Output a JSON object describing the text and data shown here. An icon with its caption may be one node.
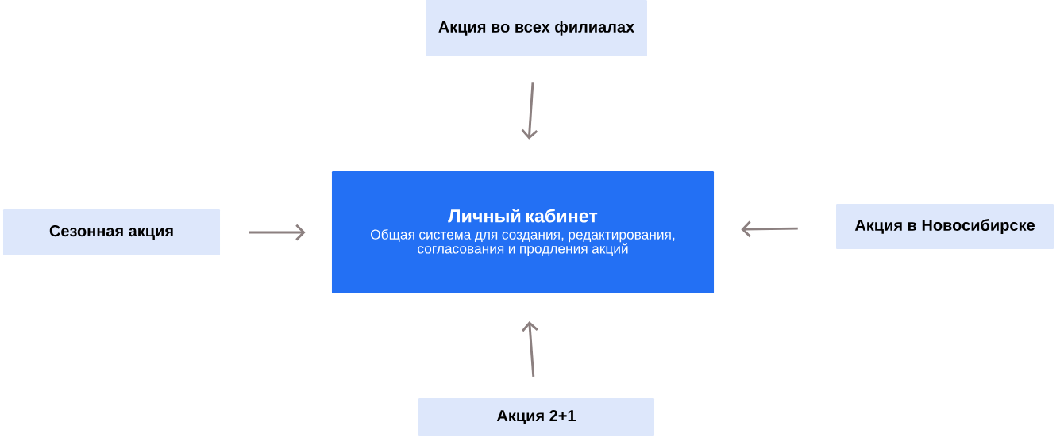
{
  "diagram": {
    "nodes": [
      {
        "text": [
          "Личный кабинет",
          "Общая система для создания, редактирования, согласования и продления акций"
        ]
      },
      {
        "text": [
          "Акция во всех филиалах"
        ]
      },
      {
        "text": [
          "Сезонная акция"
        ]
      },
      {
        "text": [
          "Акция в Новосибирске"
        ]
      },
      {
        "text": [
          "Акция 2+1"
        ]
      }
    ],
    "edges": [
      {
        "from": 1,
        "to": 0,
        "arrow": "to"
      },
      {
        "from": 2,
        "to": 0,
        "arrow": "to"
      },
      {
        "from": 3,
        "to": 0,
        "arrow": "to"
      },
      {
        "from": 4,
        "to": 0,
        "arrow": "to"
      }
    ]
  }
}
